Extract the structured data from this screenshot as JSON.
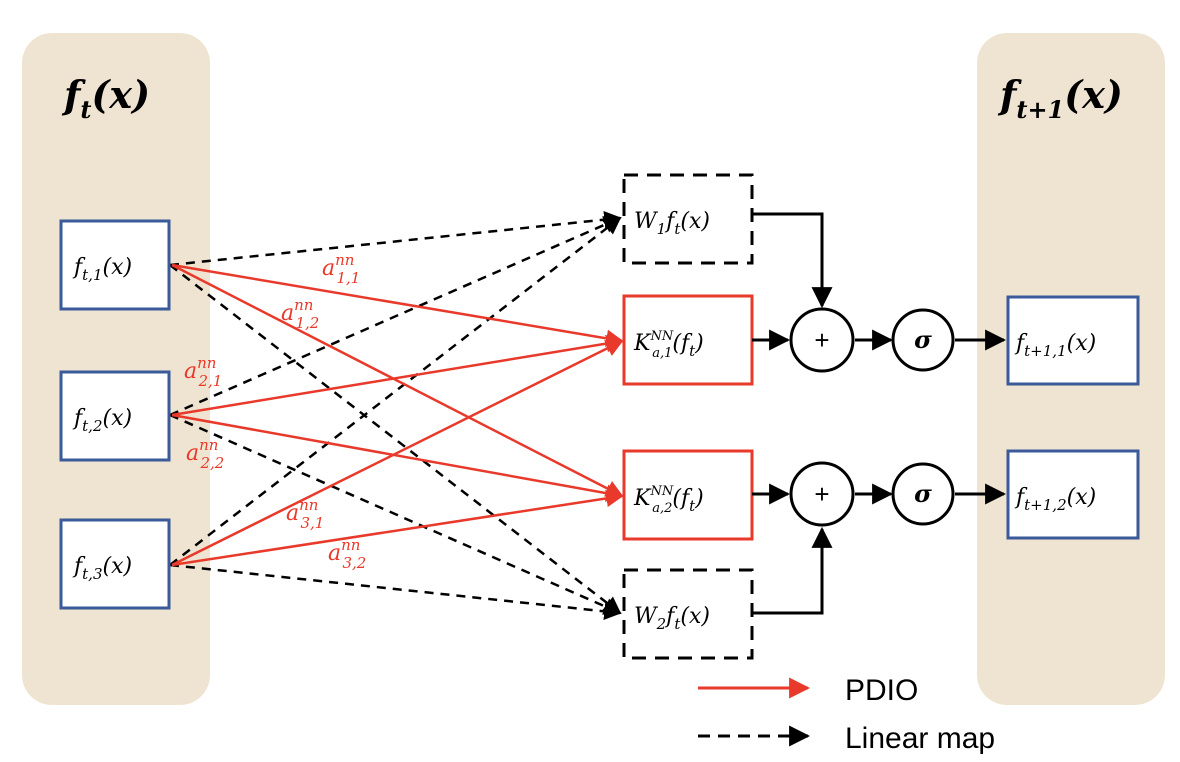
{
  "panels": {
    "left_title": {
      "main": "f",
      "sub": "t",
      "arg": "(x)"
    },
    "right_title": {
      "main": "f",
      "sub": "t+1",
      "arg": "(x)"
    }
  },
  "inputs": [
    {
      "main": "f",
      "sub": "t,1",
      "arg": "(x)"
    },
    {
      "main": "f",
      "sub": "t,2",
      "arg": "(x)"
    },
    {
      "main": "f",
      "sub": "t,3",
      "arg": "(x)"
    }
  ],
  "linear_boxes": [
    {
      "pre": "W",
      "pre_sub": "1",
      "main": "f",
      "sub": "t",
      "arg": "(x)"
    },
    {
      "pre": "W",
      "pre_sub": "2",
      "main": "f",
      "sub": "t",
      "arg": "(x)"
    }
  ],
  "kernel_boxes": [
    {
      "main": "K",
      "sup": "NN",
      "sub": "a,1",
      "arg_main": "f",
      "arg_sub": "t"
    },
    {
      "main": "K",
      "sup": "NN",
      "sub": "a,2",
      "arg_main": "f",
      "arg_sub": "t"
    }
  ],
  "sum_symbol": "+",
  "activation_symbol": "σ",
  "outputs": [
    {
      "main": "f",
      "sub": "t+1,1",
      "arg": "(x)"
    },
    {
      "main": "f",
      "sub": "t+1,2",
      "arg": "(x)"
    }
  ],
  "edge_labels": [
    {
      "main": "a",
      "sup": "nn",
      "sub": "1,1"
    },
    {
      "main": "a",
      "sup": "nn",
      "sub": "1,2"
    },
    {
      "main": "a",
      "sup": "nn",
      "sub": "2,1"
    },
    {
      "main": "a",
      "sup": "nn",
      "sub": "2,2"
    },
    {
      "main": "a",
      "sup": "nn",
      "sub": "3,1"
    },
    {
      "main": "a",
      "sup": "nn",
      "sub": "3,2"
    }
  ],
  "legend": {
    "pdio_label": "PDIO",
    "linear_label": "Linear map"
  },
  "colors": {
    "panel": "#efe4d2",
    "box_blue": "#3a5a9a",
    "red": "#e8392a",
    "black": "#000000"
  }
}
